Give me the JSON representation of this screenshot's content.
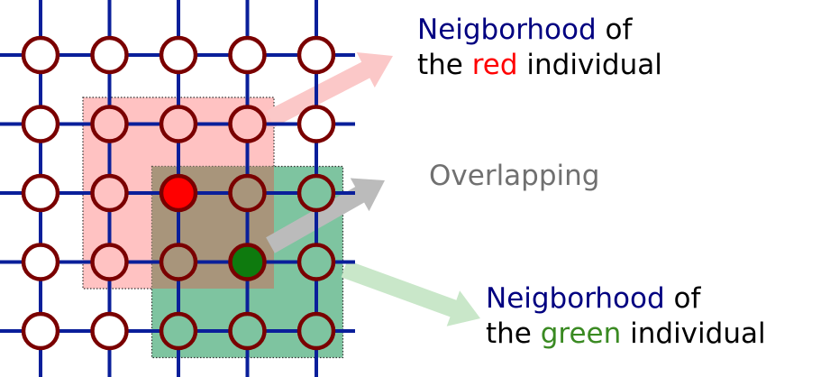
{
  "colors": {
    "grid_line": "#0a1f9a",
    "node_border": "#7a0000",
    "node_fill": "#ffffff",
    "red_individual": "#ff0000",
    "green_individual": "#0e7a0e",
    "red_region": "#ffc2c2",
    "green_region": "#7ec4a0",
    "overlap_region": "#a8957b",
    "arrow_red": "#fbc8c8",
    "arrow_gray": "#bbbbbb",
    "arrow_green": "#c9e7c9",
    "label_blue": "#000080",
    "label_black": "#000000",
    "label_red": "#ff0000",
    "label_green": "#3a8a22",
    "label_gray": "#707070"
  },
  "grid": {
    "columns": 5,
    "rows": 5,
    "red_individual": {
      "col": 2,
      "row": 2
    },
    "green_individual": {
      "col": 3,
      "row": 3
    },
    "neighborhood_radius": 1
  },
  "labels": {
    "red_neighborhood": {
      "line1": {
        "word": "Neigborhood",
        "rest": " of"
      },
      "line2": {
        "pre": "the ",
        "word": "red",
        "post": " individual"
      }
    },
    "overlap": {
      "text": "Overlapping"
    },
    "green_neighborhood": {
      "line1": {
        "word": "Neigborhood",
        "rest": " of"
      },
      "line2": {
        "pre": "the ",
        "word": "green",
        "post": " individual"
      }
    }
  }
}
